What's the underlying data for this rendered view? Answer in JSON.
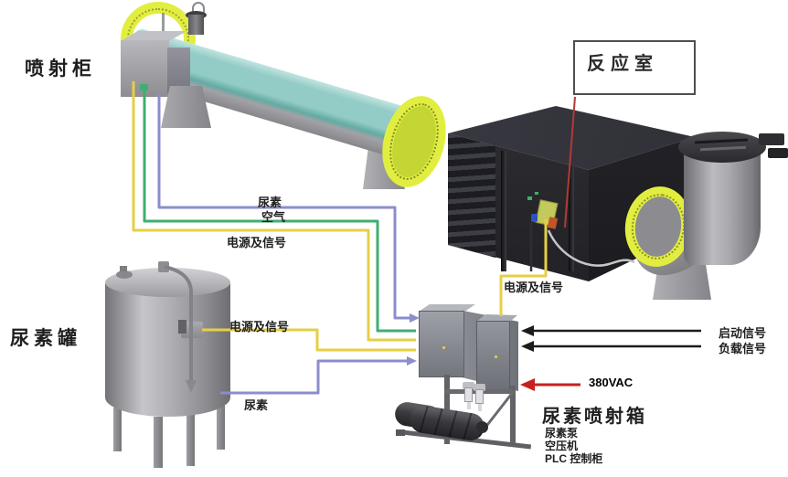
{
  "labels": {
    "injection_cabinet": "喷射柜",
    "reaction_chamber": "反应室",
    "urea_tank": "尿素罐",
    "urea_line_top": "尿素",
    "air_line": "空气",
    "power_signal_main": "电源及信号",
    "power_signal_tank": "电源及信号",
    "power_signal_chamber": "电源及信号",
    "urea_line_bottom": "尿素",
    "start_signal": "启动信号",
    "load_signal": "负载信号",
    "power_supply": "380VAC",
    "urea_injection_box": "尿素喷射箱",
    "injection_box_items": [
      "尿素泵",
      "空压机",
      "PLC 控制柜"
    ]
  },
  "colors": {
    "power_signal_line": "#e6cf45",
    "air_line": "#3fae72",
    "urea_line": "#8b8ecb",
    "signal_arrow": "#1c1c1c",
    "voltage_arrow": "#c91f1f",
    "leader_line": "#b23a36",
    "duct_teal": "#93cbc6",
    "flange_yellow": "#e2ee3f",
    "chamber_dark": "#26262a",
    "equipment_gray": "#a9a9ad",
    "text": "#1f1f1f"
  }
}
